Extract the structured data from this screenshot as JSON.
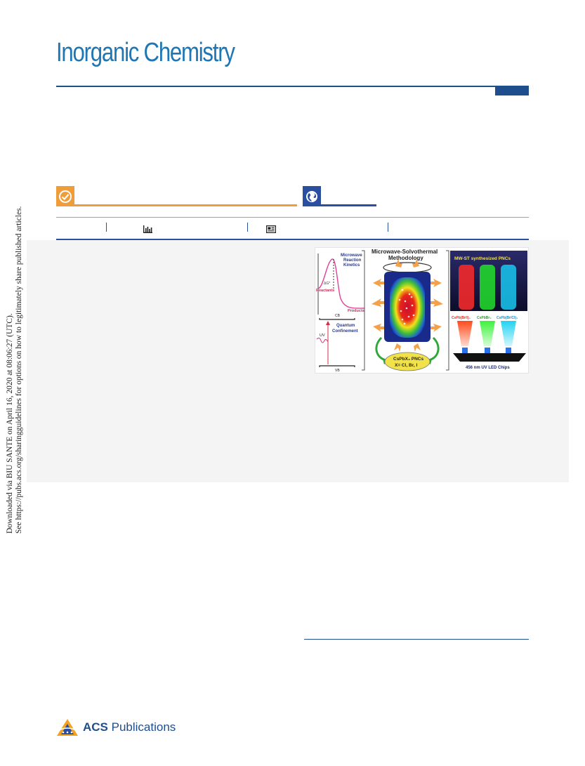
{
  "journal": {
    "title": "Inorganic Chemistry"
  },
  "sidebar": {
    "line1": "Downloaded via BIU SANTE on April 16, 2020 at 08:06:27 (UTC).",
    "line2": "See https://pubs.acs.org/sharingguidelines for options on how to legitimately share published articles."
  },
  "toc_figure": {
    "left_panel": {
      "kinetics_label": "Microwave Reaction Kinetics",
      "dg_label": "ΔG*",
      "reactants_label": "Reactants",
      "products_label": "Products",
      "cb_label": "CB",
      "vb_label": "VB",
      "uv_label": "UV",
      "confinement_label": "Quantum Confinement"
    },
    "center_panel": {
      "title": "Microwave-Solvothermal Methodology",
      "product_label": "CsPbX₃ PNCs",
      "halides_label": "X= Cl, Br, I"
    },
    "right_panel": {
      "photo_caption": "MW-ST synthesized PNCs",
      "sample_labels": [
        "CsPb(Br/I)₃",
        "CsPbBr₃",
        "CsPb(Br/Cl)₃"
      ],
      "led_caption": "456 nm UV LED Chips"
    }
  },
  "footer": {
    "publisher_bold": "ACS",
    "publisher_rest": " Publications"
  },
  "colors": {
    "journal_blue": "#1f76b4",
    "navy": "#1f4e8c",
    "orange": "#ef9c3a",
    "royal_blue": "#2a4fa0"
  }
}
